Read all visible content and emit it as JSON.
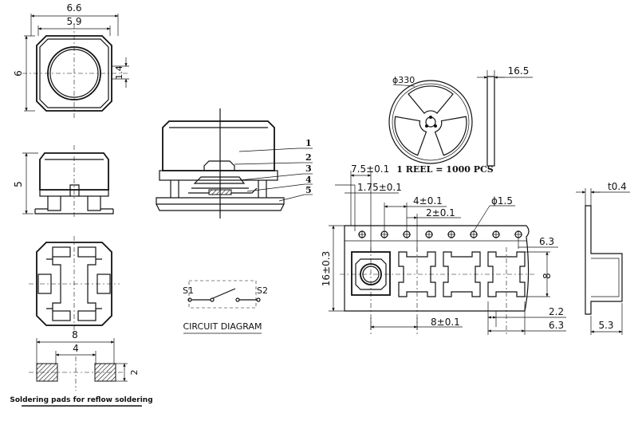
{
  "top_view": {
    "width_outer": "6.6",
    "width_inner": "5.9",
    "height": "6",
    "offset": "1.4"
  },
  "side_view": {
    "height": "5"
  },
  "section_view": {
    "parts": [
      "1",
      "2",
      "3",
      "4",
      "5"
    ]
  },
  "pad_layout": {
    "overall_width": "8",
    "center_distance": "4",
    "pad_height": "2",
    "caption": "Soldering pads for reflow soldering"
  },
  "circuit": {
    "terminal_left": "S1",
    "terminal_right": "S2",
    "caption": "CIRCUIT DIAGRAM"
  },
  "reel": {
    "diameter": "ϕ330",
    "width": "16.5",
    "quantity": "1 REEL = 1000 PCS"
  },
  "tape": {
    "pitch_offset": "7.5±0.1",
    "edge_hole": "1.75±0.1",
    "hole_pitch": "4±0.1",
    "hole_to_pocket": "2±0.1",
    "hole_diameter": "ϕ1.5",
    "tape_width": "16±0.3",
    "pocket_pitch": "8±0.1",
    "pocket_height": "8",
    "pocket_width": "6.3",
    "pocket_right": "6.3",
    "gap": "2.2",
    "thickness": "t0.4",
    "pocket_depth": "5.3"
  }
}
